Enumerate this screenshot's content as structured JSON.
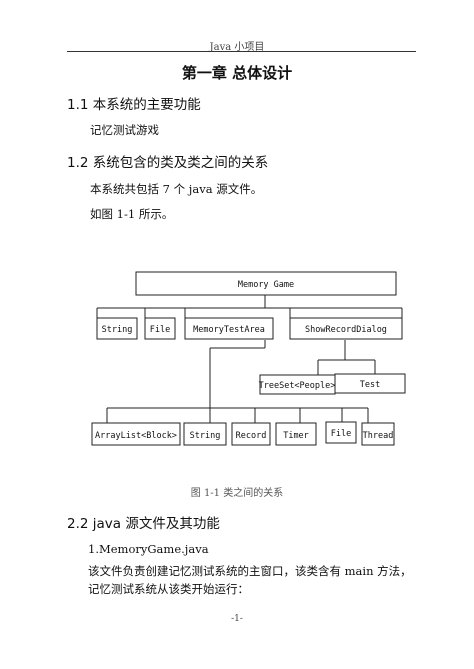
{
  "header": {
    "text": "Java 小项目"
  },
  "chapter_title": "第一章 总体设计",
  "section_1_1": {
    "heading": "1.1 本系统的主要功能",
    "text": "记忆测试游戏"
  },
  "section_1_2": {
    "heading": "1.2 系统包含的类及类之间的关系",
    "text1": "本系统共包括 7 个 java 源文件。",
    "text2": "如图 1-1 所示。"
  },
  "diagram": {
    "root": "Memory Game",
    "level1": [
      "String",
      "File",
      "MemoryTestArea",
      "ShowRecordDialog"
    ],
    "level2_right": [
      "TreeSet<People>",
      "Test"
    ],
    "level2_bottom": [
      "ArrayList<Block>",
      "String",
      "Record",
      "Timer",
      "File",
      "Thread"
    ]
  },
  "figure_caption": "图 1-1 类之间的关系",
  "section_2_2": {
    "heading": "2.2 java 源文件及其功能",
    "item1": "1.MemoryGame.java",
    "item1_desc": "该文件负责创建记忆测试系统的主窗口，该类含有 main 方法，记忆测试系统从该类开始运行："
  },
  "page_number": "-1-"
}
